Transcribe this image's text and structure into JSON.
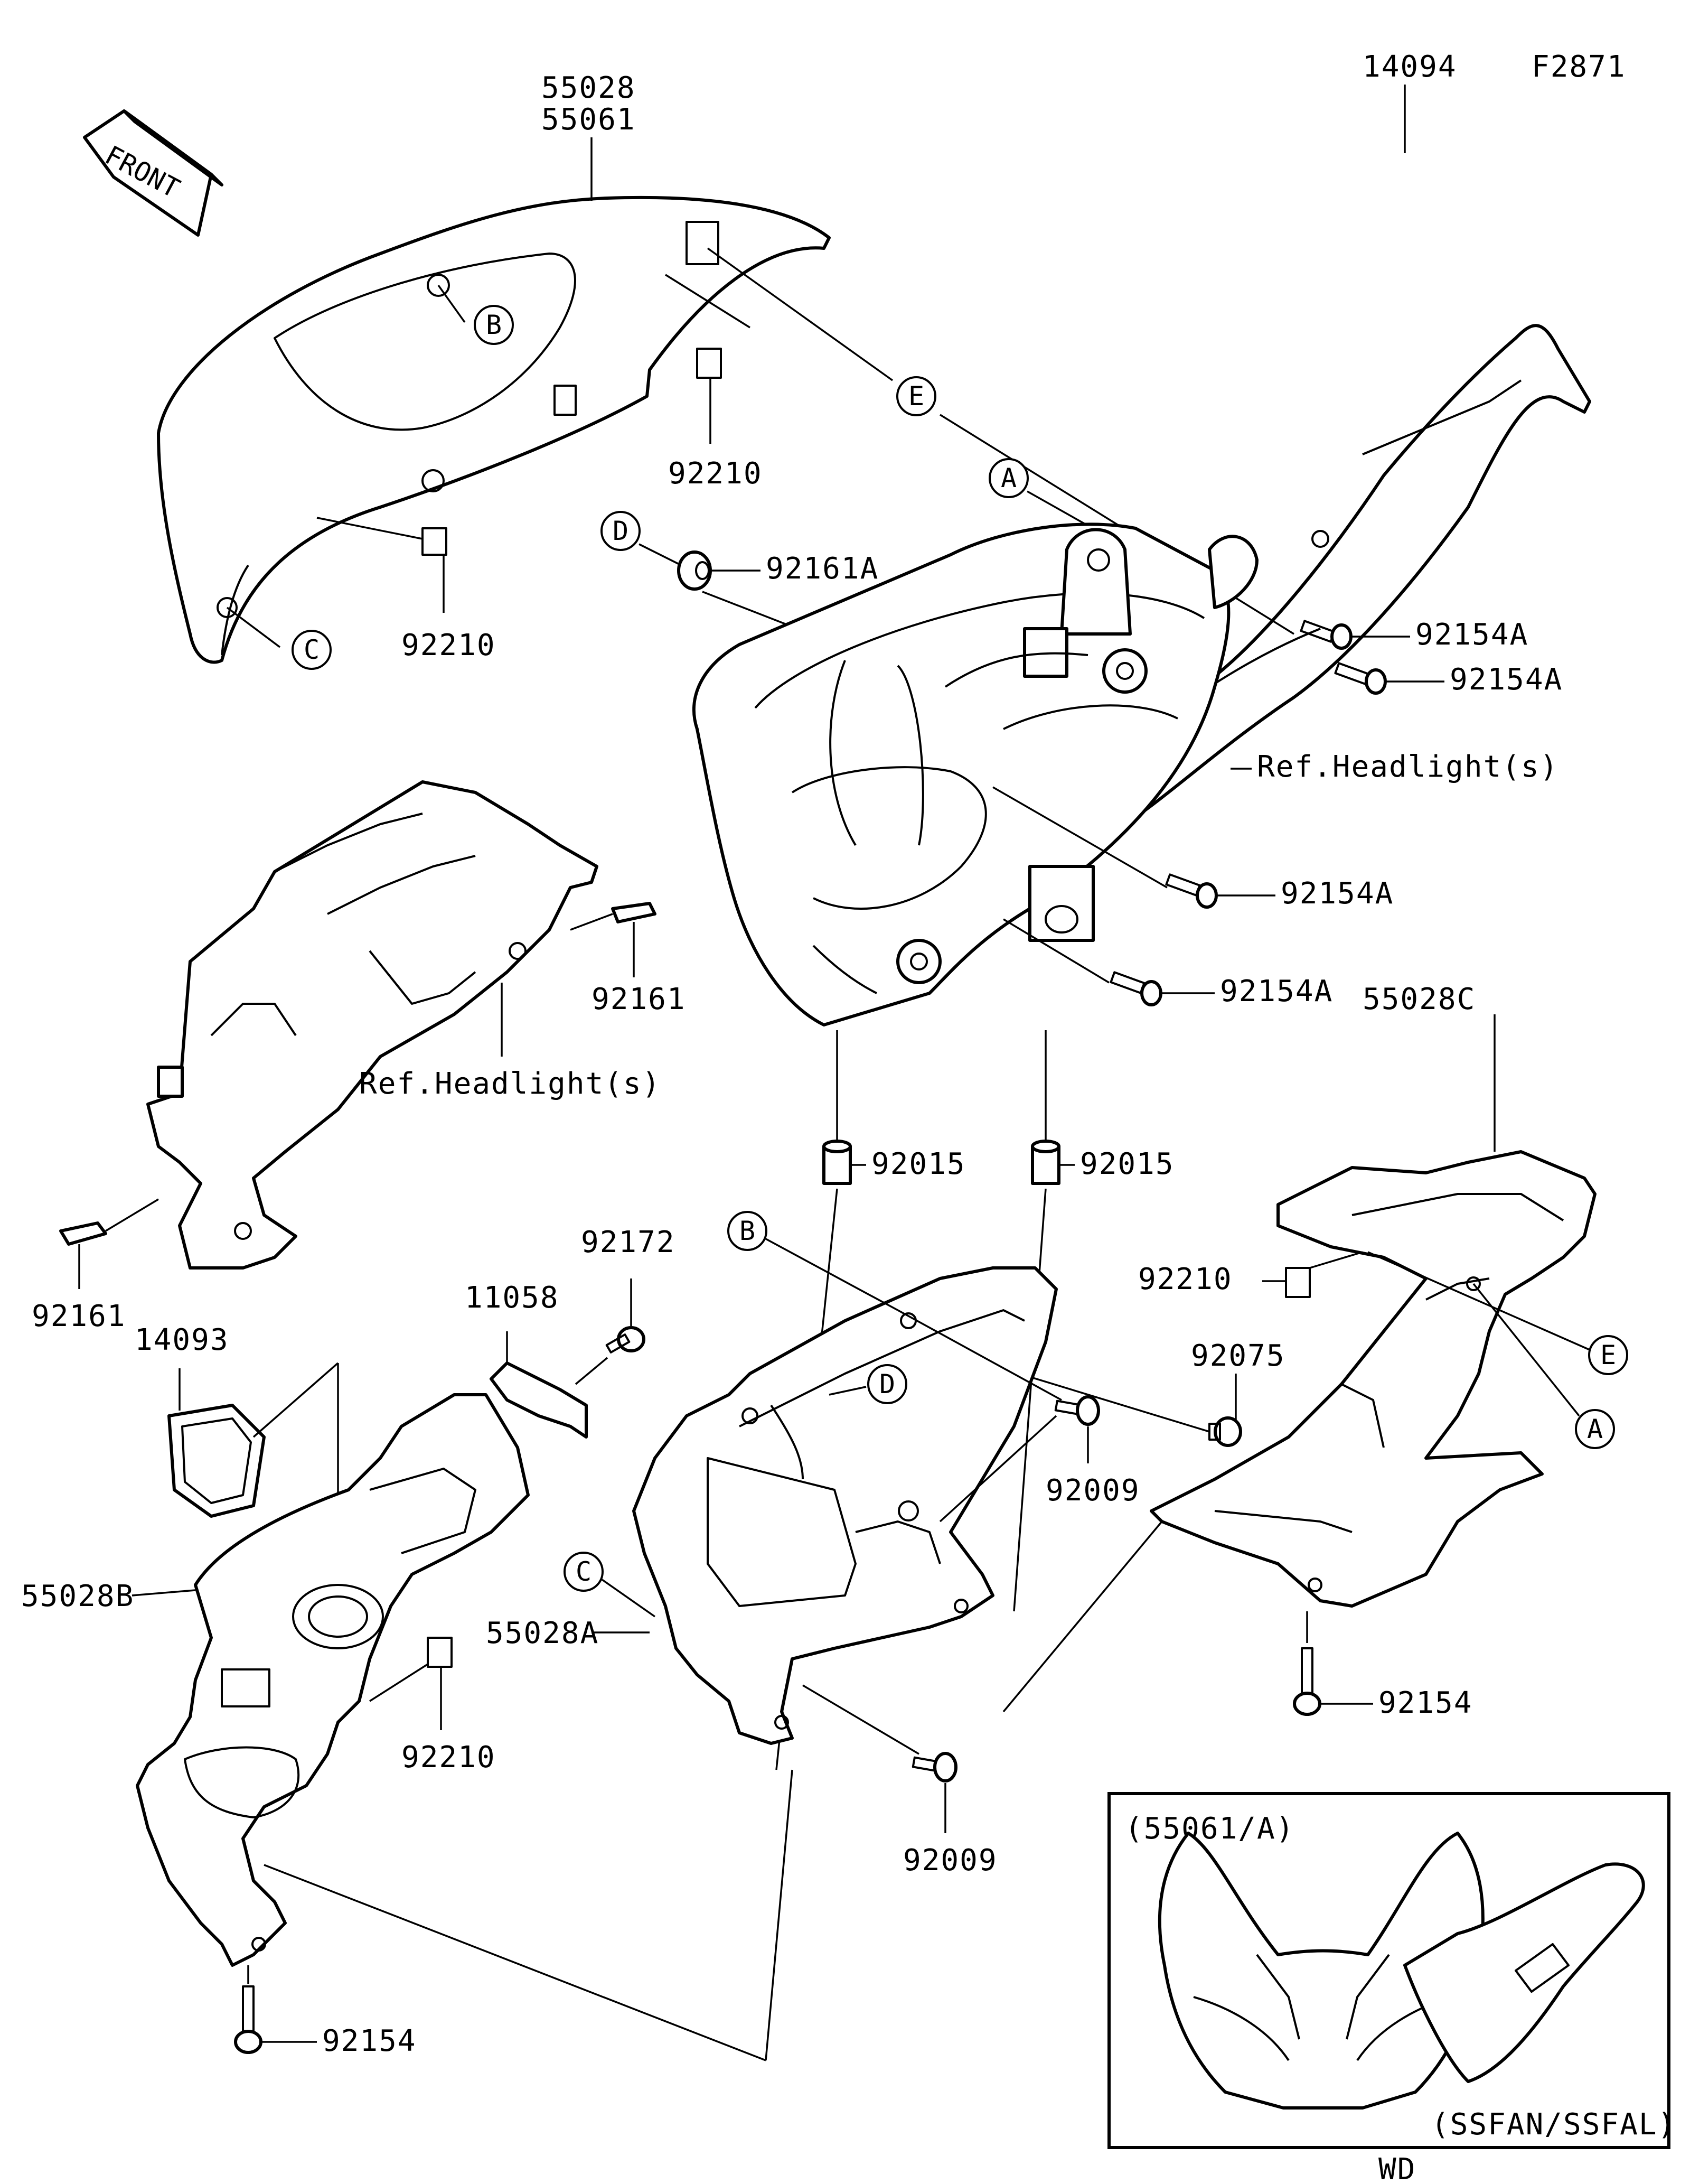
{
  "figure_code": "F2871",
  "front_label": "FRONT",
  "footer_code": "WD",
  "parts": {
    "p55028": "55028",
    "p55061": "55061",
    "p14094": "14094",
    "p92210_a": "92210",
    "p92210_b": "92210",
    "p92210_c": "92210",
    "p92210_d": "92210",
    "p92161A": "92161A",
    "p92154A_1": "92154A",
    "p92154A_2": "92154A",
    "p92154A_3": "92154A",
    "p92154A_4": "92154A",
    "ref_headlight_1": "Ref.Headlight(s)",
    "ref_headlight_2": "Ref.Headlight(s)",
    "p92161_1": "92161",
    "p92161_2": "92161",
    "p55028C": "55028C",
    "p92015_1": "92015",
    "p92015_2": "92015",
    "p92172": "92172",
    "p11058": "11058",
    "p14093": "14093",
    "p92075": "92075",
    "p92009_1": "92009",
    "p92009_2": "92009",
    "p55028B": "55028B",
    "p55028A": "55028A",
    "p92154_1": "92154",
    "p92154_2": "92154"
  },
  "callouts": {
    "A1": "A",
    "A2": "A",
    "B1": "B",
    "B2": "B",
    "C1": "C",
    "C2": "C",
    "D1": "D",
    "D2": "D",
    "E1": "E",
    "E2": "E"
  },
  "inset": {
    "top_label": "(55061/A)",
    "bottom_label": "(SSFAN/SSFAL)"
  }
}
